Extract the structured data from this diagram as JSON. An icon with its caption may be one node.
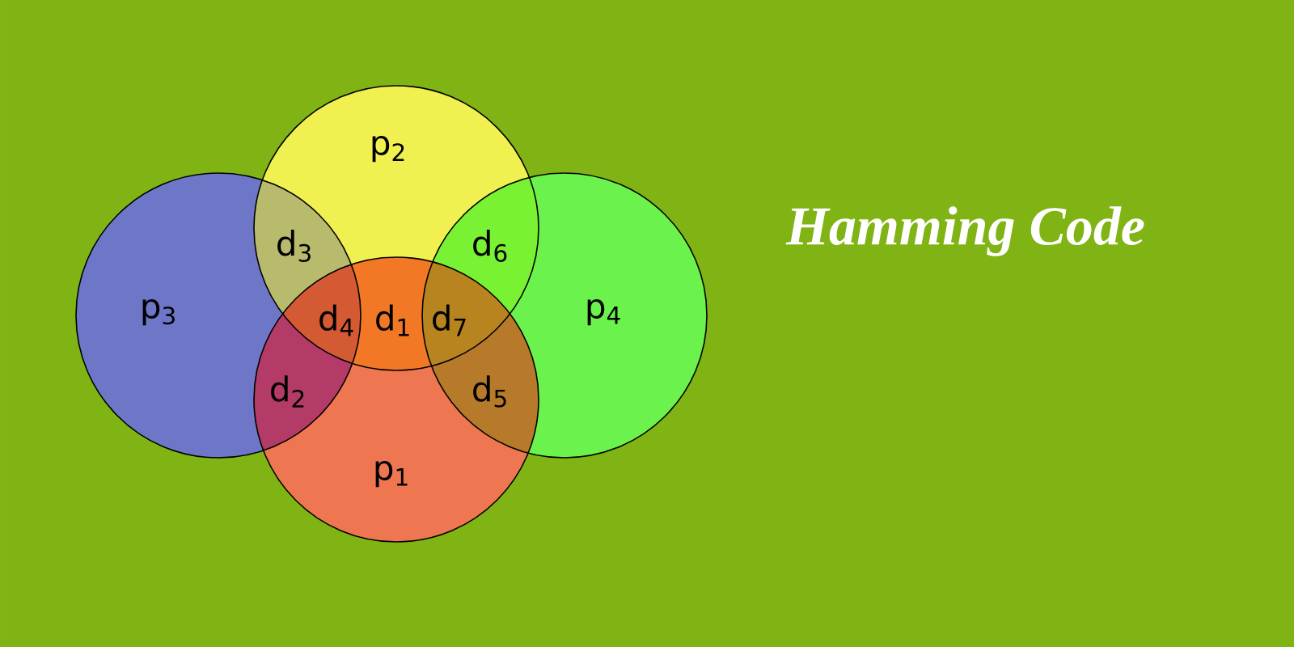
{
  "diagram": {
    "title": "Hamming Code",
    "nodes": [
      {
        "text": [
          "p$_{2}$"
        ]
      },
      {
        "text": [
          "p$_{3}$"
        ]
      },
      {
        "text": [
          "p$_{4}$"
        ]
      },
      {
        "text": [
          "p$_{1}$"
        ]
      }
    ],
    "labels": [
      "d$_{3}$",
      "d$_{6}$",
      "d$_{4}$",
      "d$_{1}$",
      "d$_{7}$",
      "d$_{2}$",
      "d$_{5}$"
    ]
  }
}
